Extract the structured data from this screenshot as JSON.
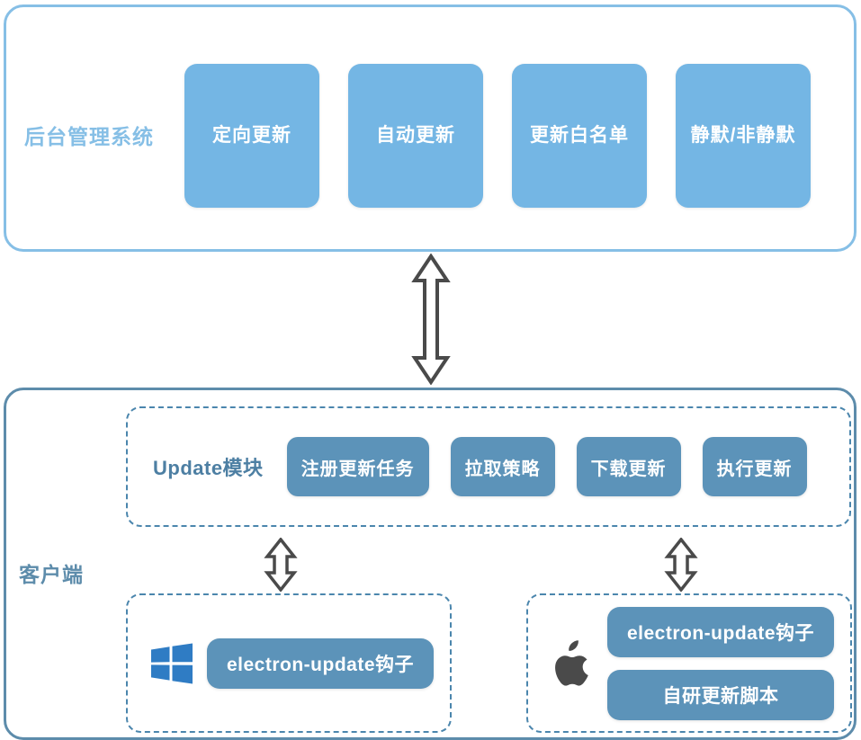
{
  "backend": {
    "label": "后台管理系统",
    "cards": [
      {
        "label": "定向更新"
      },
      {
        "label": "自动更新"
      },
      {
        "label": "更新白名单"
      },
      {
        "label": "静默/非静默"
      }
    ],
    "border_color": "#86bfe6",
    "card_color": "#74b6e4"
  },
  "client": {
    "label": "客户端",
    "border_color": "#5d8cab",
    "update_module": {
      "label": "Update模块",
      "cards": [
        {
          "label": "注册更新任务"
        },
        {
          "label": "拉取策略"
        },
        {
          "label": "下载更新"
        },
        {
          "label": "执行更新"
        }
      ]
    },
    "platforms": [
      {
        "icon": "windows-logo-icon",
        "cards": [
          {
            "label": "electron-update钩子"
          }
        ]
      },
      {
        "icon": "apple-logo-icon",
        "cards": [
          {
            "label": "electron-update钩子"
          },
          {
            "label": "自研更新脚本"
          }
        ]
      }
    ],
    "card_color": "#5c93b9",
    "module_label_color": "#4d7fa3"
  },
  "connectors": [
    {
      "name": "backend-to-client-arrow",
      "type": "double-headed-vertical-arrow"
    },
    {
      "name": "update-to-windows-arrow",
      "type": "double-headed-vertical-arrow"
    },
    {
      "name": "update-to-mac-arrow",
      "type": "double-headed-vertical-arrow"
    }
  ]
}
